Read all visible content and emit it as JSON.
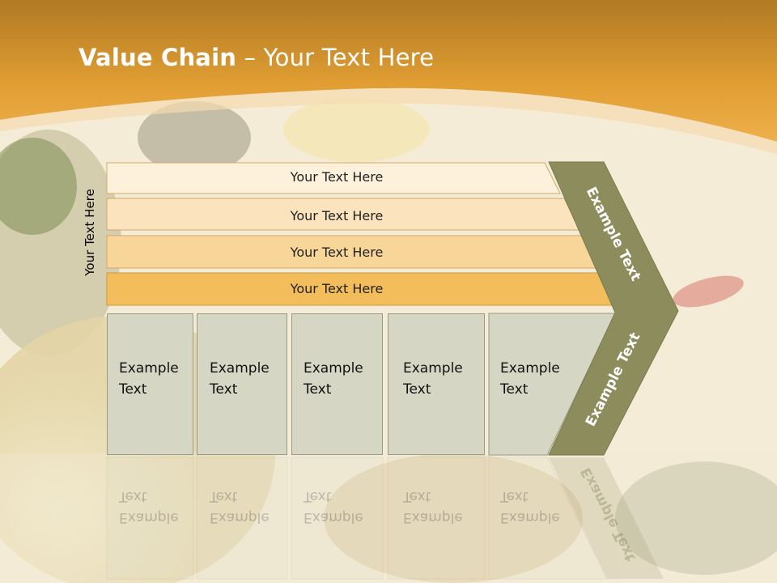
{
  "slide": {
    "title_bold": "Value Chain",
    "title_rest": " – Your Text Here",
    "side_label": "Your Text Here",
    "rows": [
      {
        "label": "Your Text Here",
        "color": "#fdf1dc"
      },
      {
        "label": "Your Text Here",
        "color": "#fbe3bd"
      },
      {
        "label": "Your Text Here",
        "color": "#f8d598"
      },
      {
        "label": "Your Text Here",
        "color": "#f3bd5c"
      }
    ],
    "columns": [
      {
        "line1": "Example",
        "line2": "Text"
      },
      {
        "line1": "Example",
        "line2": "Text"
      },
      {
        "line1": "Example",
        "line2": "Text"
      },
      {
        "line1": "Example",
        "line2": "Text"
      },
      {
        "line1": "Example",
        "line2": "Text"
      }
    ],
    "arrow_upper": "Example Text",
    "arrow_lower": "Example Text",
    "colors": {
      "header_orange": "#eaa637",
      "arrow_olive": "#8c8c5c",
      "column_grey": "#d6d6c4"
    }
  }
}
